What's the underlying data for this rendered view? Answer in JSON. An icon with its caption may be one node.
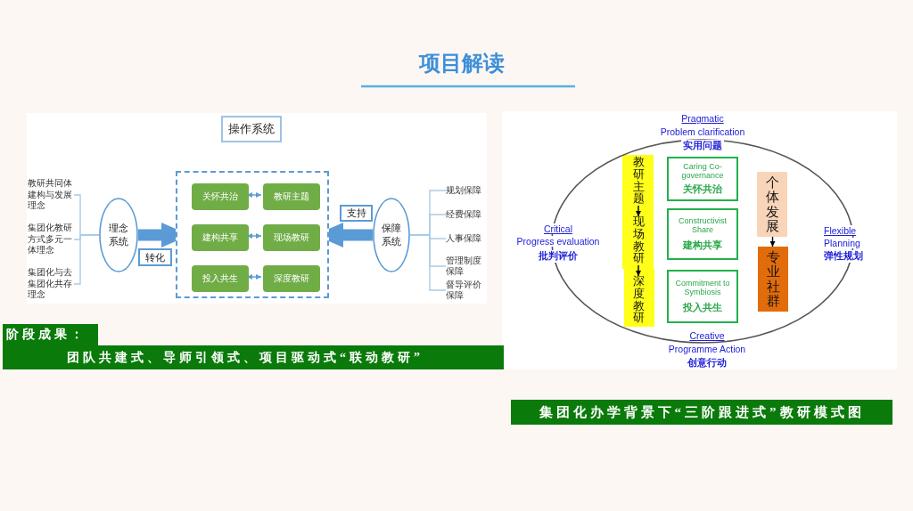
{
  "diagram": {
    "title": "项目解读",
    "nodes": [
      {
        "text": [
          "操作系统"
        ]
      },
      {
        "text": [],
        "shape": "box"
      },
      {
        "text": [
          "关怀共治"
        ],
        "in": 1
      },
      {
        "text": [
          "教研主题"
        ],
        "in": 1
      },
      {
        "text": [
          "建构共享"
        ],
        "in": 1
      },
      {
        "text": [
          "现场教研"
        ],
        "in": 1
      },
      {
        "text": [
          "投入共生"
        ],
        "in": 1
      },
      {
        "text": [
          "深度教研"
        ],
        "in": 1
      },
      {
        "text": [
          "理念系统"
        ]
      },
      {
        "text": [
          "转化"
        ]
      },
      {
        "text": [
          "保障系统"
        ]
      },
      {
        "text": [
          "支持"
        ]
      },
      {
        "text": [
          "教研共同体建构与发展理念"
        ]
      },
      {
        "text": [
          "集团化教研方式多元一体理念"
        ]
      },
      {
        "text": [
          "集团化与去集团化共存理念"
        ]
      },
      {
        "text": [
          "规划保障"
        ]
      },
      {
        "text": [
          "经费保障"
        ]
      },
      {
        "text": [
          "人事保障"
        ]
      },
      {
        "text": [
          "管理制度保障"
        ]
      },
      {
        "text": [
          "督导评价保障"
        ]
      },
      {
        "text": [],
        "shape": "ellipse"
      },
      {
        "text": [
          "教研主题"
        ],
        "in": 20
      },
      {
        "text": [
          "现场教研"
        ],
        "in": 20
      },
      {
        "text": [
          "深度教研"
        ],
        "in": 20
      },
      {
        "text": [
          "Caring Co-governance",
          "关怀共治"
        ],
        "in": 20
      },
      {
        "text": [
          "Constructivist Share",
          "建构共享"
        ],
        "in": 20
      },
      {
        "text": [
          "Commitment to Symbiosis",
          "投入共生"
        ],
        "in": 20
      },
      {
        "text": [
          "个体发展"
        ],
        "in": 20
      },
      {
        "text": [
          "专业社群"
        ],
        "in": 20
      }
    ],
    "edges": [
      {
        "from": 2,
        "to": 3,
        "arrow": "both"
      },
      {
        "from": 4,
        "to": 5,
        "arrow": "both"
      },
      {
        "from": 6,
        "to": 7,
        "arrow": "both"
      },
      {
        "from": 8,
        "to": 1,
        "arrow": "to",
        "style": "thick"
      },
      {
        "from": 10,
        "to": 1,
        "arrow": "to",
        "style": "thick"
      },
      {
        "from": 12,
        "to": 8,
        "arrow": "none",
        "color": "#a9cbe8"
      },
      {
        "from": 13,
        "to": 8,
        "arrow": "none",
        "color": "#a9cbe8"
      },
      {
        "from": 14,
        "to": 8,
        "arrow": "none",
        "color": "#a9cbe8"
      },
      {
        "from": 10,
        "to": 15,
        "arrow": "none",
        "color": "#a9cbe8"
      },
      {
        "from": 10,
        "to": 16,
        "arrow": "none",
        "color": "#a9cbe8"
      },
      {
        "from": 10,
        "to": 17,
        "arrow": "none",
        "color": "#a9cbe8"
      },
      {
        "from": 10,
        "to": 18,
        "arrow": "none",
        "color": "#a9cbe8"
      },
      {
        "from": 10,
        "to": 19,
        "arrow": "none",
        "color": "#a9cbe8"
      },
      {
        "from": 21,
        "to": 22,
        "arrow": "to",
        "color": "#000000"
      },
      {
        "from": 22,
        "to": 23,
        "arrow": "to",
        "color": "#000000"
      },
      {
        "from": 27,
        "to": 28,
        "arrow": "to",
        "color": "#000000"
      }
    ],
    "labels": [
      "Pragmatic",
      "Problem clarification",
      "实用问题",
      "Critical",
      "Progress evaluation",
      "批判评价",
      "Flexible",
      "Planning",
      "弹性规划",
      "Creative",
      "Programme Action",
      "创意行动",
      "阶段成果：",
      "团队共建式、导师引领式、项目驱动式“联动教研”",
      "集团化办学背景下“三阶跟进式”教研模式图"
    ]
  }
}
